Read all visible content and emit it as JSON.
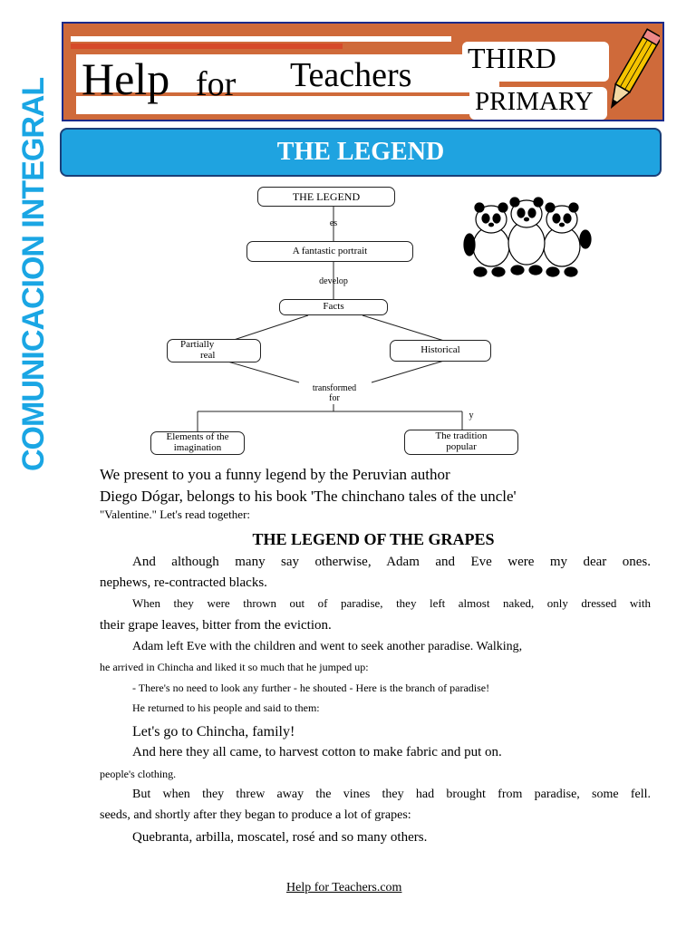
{
  "header": {
    "word1": "Help",
    "word2": "for",
    "word3": "Teachers",
    "grade_line1": "THIRD",
    "grade_line2": "PRIMARY"
  },
  "title": "THE LEGEND",
  "sidebar_label": "COMUNICACION INTEGRAL",
  "diagram": {
    "root": "THE LEGEND",
    "link1": "es",
    "node2": "A fantastic portrait",
    "link2": "develop",
    "node3": "Facts",
    "branch_left_line1": "Partially",
    "branch_left_line2": "real",
    "branch_right": "Historical",
    "link3_line1": "transformed",
    "link3_line2": "for",
    "link4": "y",
    "leaf_left_line1": "Elements of the",
    "leaf_left_line2": "imagination",
    "leaf_right_line1": "The tradition",
    "leaf_right_line2": "popular"
  },
  "intro": {
    "line1": "We present to you a funny legend by the Peruvian author",
    "line2": "Diego Dógar, belongs to his book 'The chinchano tales of the uncle'",
    "line3": "\"Valentine.\" Let's read together:"
  },
  "story_title": "THE LEGEND OF THE GRAPES",
  "story": {
    "p1a": "And although many say otherwise, Adam and Eve were my dear ones.",
    "p1b": "nephews, re-contracted blacks.",
    "p2a": "When they were thrown out of paradise, they left almost naked, only dressed with",
    "p2b": "their grape leaves, bitter from the eviction.",
    "p3a": "Adam left Eve with the children and went to seek another paradise. Walking,",
    "p3b": "he arrived in Chincha and liked it so much that he jumped up:",
    "p4": "- There's no need to look any further - he shouted - Here is the branch of paradise!",
    "p5": "He returned to his people and said to them:",
    "p6": "Let's go to Chincha, family!",
    "p7a": "And here they all came, to harvest cotton to make fabric and put on.",
    "p7b": "people's clothing.",
    "p8a": "But when they threw away the vines they had brought from paradise, some fell.",
    "p8b": "seeds, and shortly after they began to produce a lot of grapes:",
    "p9": "Quebranta, arbilla, moscatel, rosé and so many others."
  },
  "footer": "Help for Teachers.com"
}
